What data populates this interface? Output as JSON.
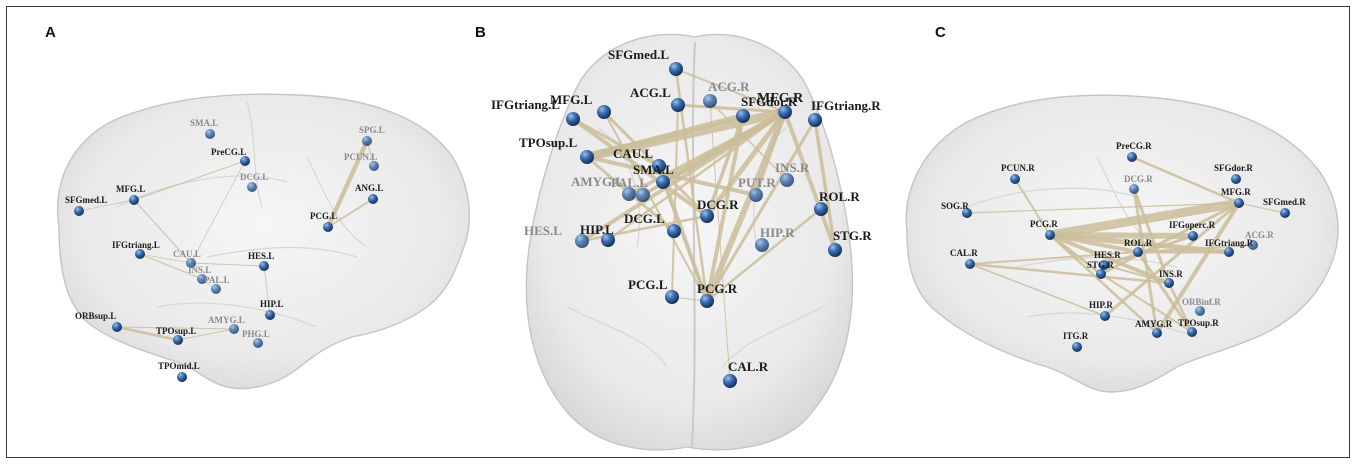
{
  "panels": [
    {
      "letter": "A",
      "view": "left-lateral",
      "nodes": [
        {
          "id": "SMA.L",
          "label": "SMA.L",
          "faded": true
        },
        {
          "id": "SPG.L",
          "label": "SPG.L",
          "faded": true
        },
        {
          "id": "PreCG.L",
          "label": "PreCG.L",
          "faded": false
        },
        {
          "id": "PCUN.L",
          "label": "PCUN.L",
          "faded": true
        },
        {
          "id": "DCG.L",
          "label": "DCG.L",
          "faded": true
        },
        {
          "id": "MFG.L",
          "label": "MFG.L",
          "faded": false
        },
        {
          "id": "SFGmed.L",
          "label": "SFGmed.L",
          "faded": false
        },
        {
          "id": "ANG.L",
          "label": "ANG.L",
          "faded": false
        },
        {
          "id": "PCG.L",
          "label": "PCG.L",
          "faded": false
        },
        {
          "id": "IFGtriang.L",
          "label": "IFGtriang.L",
          "faded": false
        },
        {
          "id": "CAU.L",
          "label": "CAU.L",
          "faded": true
        },
        {
          "id": "HES.L",
          "label": "HES.L",
          "faded": false
        },
        {
          "id": "INS.L",
          "label": "INS.L",
          "faded": true
        },
        {
          "id": "PAL.L",
          "label": "PAL.L",
          "faded": true
        },
        {
          "id": "HIP.L",
          "label": "HIP.L",
          "faded": false
        },
        {
          "id": "ORBsup.L",
          "label": "ORBsup.L",
          "faded": false
        },
        {
          "id": "AMYG.L",
          "label": "AMYG.L",
          "faded": true
        },
        {
          "id": "TPOsup.L",
          "label": "TPOsup.L",
          "faded": false
        },
        {
          "id": "PHG.L",
          "label": "PHG.L",
          "faded": true
        },
        {
          "id": "TPOmid.L",
          "label": "TPOmid.L",
          "faded": false
        }
      ]
    },
    {
      "letter": "B",
      "view": "axial",
      "nodes": [
        {
          "id": "SFGmed.L",
          "label": "SFGmed.L",
          "faded": false
        },
        {
          "id": "ACG.L",
          "label": "ACG.L",
          "faded": false
        },
        {
          "id": "ACG.R",
          "label": "ACG.R",
          "faded": true
        },
        {
          "id": "MFG.R",
          "label": "MFG.R",
          "faded": false
        },
        {
          "id": "IFGtriang.L",
          "label": "IFGtriang.L",
          "faded": false
        },
        {
          "id": "MFG.L",
          "label": "MFG.L",
          "faded": false
        },
        {
          "id": "SFGdor.R",
          "label": "SFGdor.R",
          "faded": false
        },
        {
          "id": "IFGtriang.R",
          "label": "IFGtriang.R",
          "faded": false
        },
        {
          "id": "TPOsup.L",
          "label": "TPOsup.L",
          "faded": false
        },
        {
          "id": "CAU.L",
          "label": "CAU.L",
          "faded": false
        },
        {
          "id": "INS.R",
          "label": "INS.R",
          "faded": true
        },
        {
          "id": "SMA.L",
          "label": "SMA.L",
          "faded": false
        },
        {
          "id": "AMYG.L",
          "label": "AMYG.L",
          "faded": true
        },
        {
          "id": "PAL.L",
          "label": "PAL.L",
          "faded": true
        },
        {
          "id": "PUT.R",
          "label": "PUT.R",
          "faded": true
        },
        {
          "id": "ROL.R",
          "label": "ROL.R",
          "faded": false
        },
        {
          "id": "DCG.L",
          "label": "DCG.L",
          "faded": false
        },
        {
          "id": "DCG.R",
          "label": "DCG.R",
          "faded": false
        },
        {
          "id": "HES.L",
          "label": "HES.L",
          "faded": true
        },
        {
          "id": "HIP.L",
          "label": "HIP.L",
          "faded": false
        },
        {
          "id": "HIP.R",
          "label": "HIP.R",
          "faded": true
        },
        {
          "id": "STG.R",
          "label": "STG.R",
          "faded": false
        },
        {
          "id": "PCG.L",
          "label": "PCG.L",
          "faded": false
        },
        {
          "id": "PCG.R",
          "label": "PCG.R",
          "faded": false
        },
        {
          "id": "CAL.R",
          "label": "CAL.R",
          "faded": false
        }
      ]
    },
    {
      "letter": "C",
      "view": "right-lateral",
      "nodes": [
        {
          "id": "PreCG.R",
          "label": "PreCG.R",
          "faded": false
        },
        {
          "id": "SFGdor.R",
          "label": "SFGdor.R",
          "faded": false
        },
        {
          "id": "PCUN.R",
          "label": "PCUN.R",
          "faded": false
        },
        {
          "id": "DCG.R",
          "label": "DCG.R",
          "faded": true
        },
        {
          "id": "MFG.R",
          "label": "MFG.R",
          "faded": false
        },
        {
          "id": "SOG.R",
          "label": "SOG.R",
          "faded": false
        },
        {
          "id": "SFGmed.R",
          "label": "SFGmed.R",
          "faded": false
        },
        {
          "id": "PCG.R",
          "label": "PCG.R",
          "faded": false
        },
        {
          "id": "IFGoperc.R",
          "label": "IFGoperc.R",
          "faded": false
        },
        {
          "id": "ACG.R",
          "label": "ACG.R",
          "faded": true
        },
        {
          "id": "HES.R",
          "label": "HES.R",
          "faded": false
        },
        {
          "id": "ROL.R",
          "label": "ROL.R",
          "faded": false
        },
        {
          "id": "IFGtriang.R",
          "label": "IFGtriang.R",
          "faded": false
        },
        {
          "id": "CAL.R",
          "label": "CAL.R",
          "faded": false
        },
        {
          "id": "STG.R",
          "label": "STG.R",
          "faded": false
        },
        {
          "id": "INS.R",
          "label": "INS.R",
          "faded": false
        },
        {
          "id": "HIP.R",
          "label": "HIP.R",
          "faded": false
        },
        {
          "id": "ORBinf.R",
          "label": "ORBinf.R",
          "faded": true
        },
        {
          "id": "AMYG.R",
          "label": "AMYG.R",
          "faded": false
        },
        {
          "id": "TPOsup.R",
          "label": "TPOsup.R",
          "faded": false
        },
        {
          "id": "ITG.R",
          "label": "ITG.R",
          "faded": false
        }
      ]
    }
  ],
  "colors": {
    "node": "#2c5f9e",
    "node_highlight": "#8fb4e3",
    "node_faded": "#5d7fa9",
    "edge": "#cbbd9a",
    "edge_dark": "#6f6350",
    "brain_fill": "#ededed",
    "brain_stroke": "#c4c4c4",
    "label": "#1a1a1a",
    "label_faded": "#8a8a8a"
  }
}
